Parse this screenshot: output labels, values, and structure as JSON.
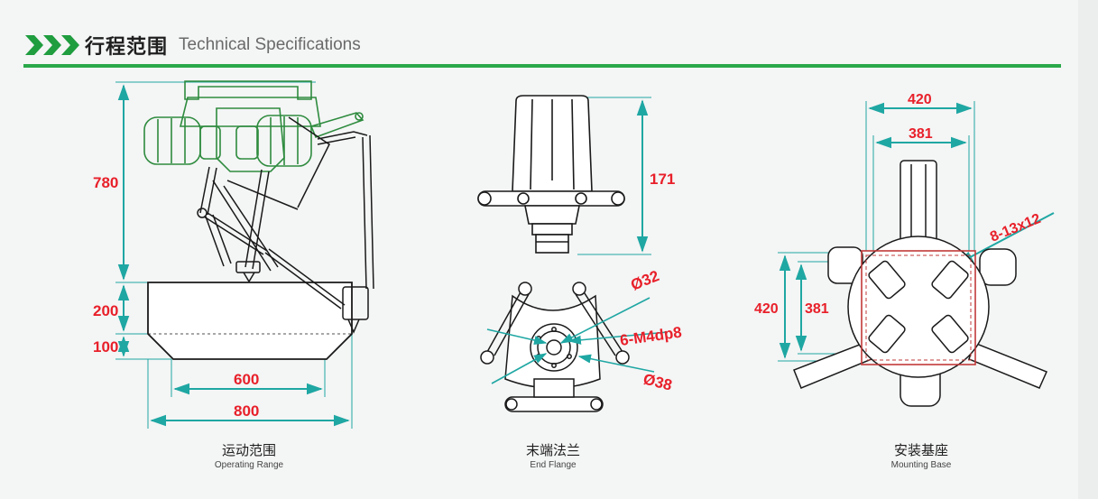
{
  "header": {
    "title_cn": "行程范围",
    "title_en": "Technical Specifications"
  },
  "colors": {
    "accent_green": "#2aa84a",
    "dimension_red": "#e8202a",
    "dimension_teal": "#1fa7a3",
    "drawing_green": "#2e8b3e"
  },
  "operating_range": {
    "height_total": "780",
    "height_workspace": "200",
    "height_bottom": "100",
    "width_inner": "600",
    "width_outer": "800",
    "caption_cn": "运动范围",
    "caption_en": "Operating Range"
  },
  "end_flange": {
    "height": "171",
    "dia_small": "Ø32",
    "thread": "6-M4dp8",
    "dia_large": "Ø38",
    "caption_cn": "末端法兰",
    "caption_en": "End Flange"
  },
  "mounting_base": {
    "width_outer": "420",
    "width_inner": "381",
    "height_outer": "420",
    "height_inner": "381",
    "holes": "8-13x12",
    "caption_cn": "安装基座",
    "caption_en": "Mounting Base"
  }
}
